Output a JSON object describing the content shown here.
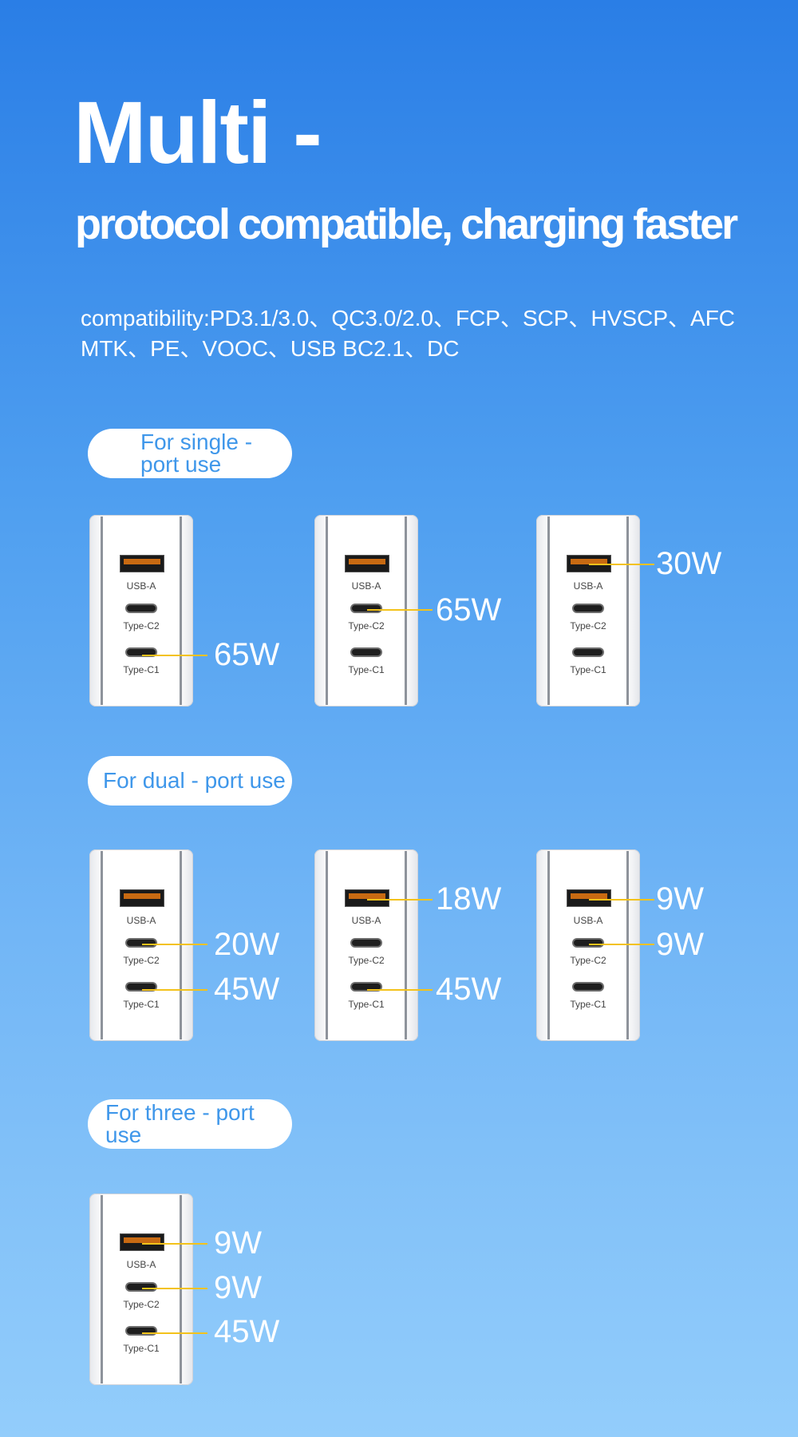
{
  "header": {
    "title": "Multi -",
    "subtitle": "protocol compatible, charging faster",
    "compatibility_line1": "compatibility:PD3.1/3.0、QC3.0/2.0、FCP、SCP、HVSCP、AFC",
    "compatibility_line2": "MTK、PE、VOOC、USB BC2.1、DC"
  },
  "ports": {
    "usb_a": "USB-A",
    "type_c2": "Type-C2",
    "type_c1": "Type-C1"
  },
  "sections": {
    "single": {
      "label_line1": "For single -",
      "label_line2": "port use",
      "configs": [
        {
          "active_port": "Type-C1",
          "wattage": "65W"
        },
        {
          "active_port": "Type-C2",
          "wattage": "65W"
        },
        {
          "active_port": "USB-A",
          "wattage": "30W"
        }
      ]
    },
    "dual": {
      "label": "For dual - port use",
      "configs": [
        {
          "type_c2": "20W",
          "type_c1": "45W"
        },
        {
          "usb_a": "18W",
          "type_c1": "45W"
        },
        {
          "usb_a": "9W",
          "type_c2": "9W"
        }
      ]
    },
    "three": {
      "label": "For three - port use",
      "configs": [
        {
          "usb_a": "9W",
          "type_c2": "9W",
          "type_c1": "45W"
        }
      ]
    }
  },
  "colors": {
    "accent_line": "#f3c21b",
    "pill_text": "#3f97ea",
    "usb_a_tongue": "#c86a12"
  }
}
